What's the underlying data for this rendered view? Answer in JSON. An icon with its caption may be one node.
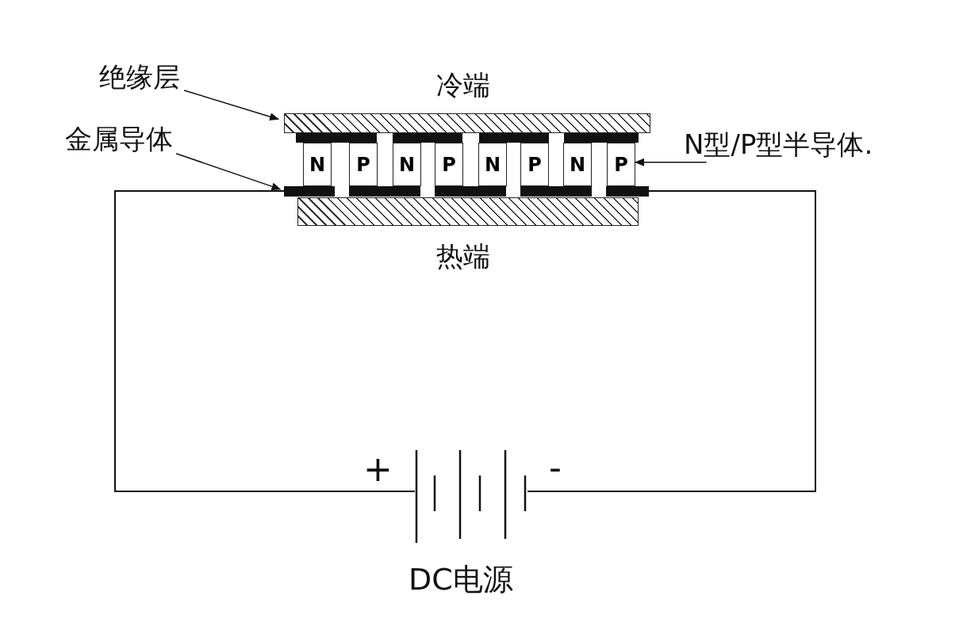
{
  "diagram": {
    "nodes": [
      {
        "text": [
          "绝缘层"
        ]
      },
      {
        "text": [],
        "shape": "box"
      },
      {
        "text": [
          "金属导体"
        ]
      },
      {
        "text": [],
        "shape": "bar"
      },
      {
        "text": [
          "N型/P型半导体."
        ]
      },
      {
        "text": [
          "N"
        ]
      },
      {
        "text": [
          "P"
        ]
      },
      {
        "text": [
          "N"
        ]
      },
      {
        "text": [
          "P"
        ]
      },
      {
        "text": [
          "N"
        ]
      },
      {
        "text": [
          "P"
        ]
      },
      {
        "text": [
          "N"
        ]
      },
      {
        "text": [
          "P"
        ]
      },
      {
        "text": [],
        "shape": "box"
      },
      {
        "text": [],
        "shape": "battery",
        "beside": [
          "DC电源"
        ]
      }
    ],
    "edges": [
      {
        "from": 0,
        "to": 1,
        "arrow": "to"
      },
      {
        "from": 2,
        "to": 3,
        "arrow": "to"
      },
      {
        "from": 4,
        "to": 12,
        "arrow": "to"
      },
      {
        "from": 3,
        "to": 14,
        "arrow": "none"
      },
      {
        "from": 3,
        "to": 14,
        "arrow": "none"
      }
    ],
    "labels": [
      "冷端",
      "热端",
      "+",
      "-"
    ]
  }
}
